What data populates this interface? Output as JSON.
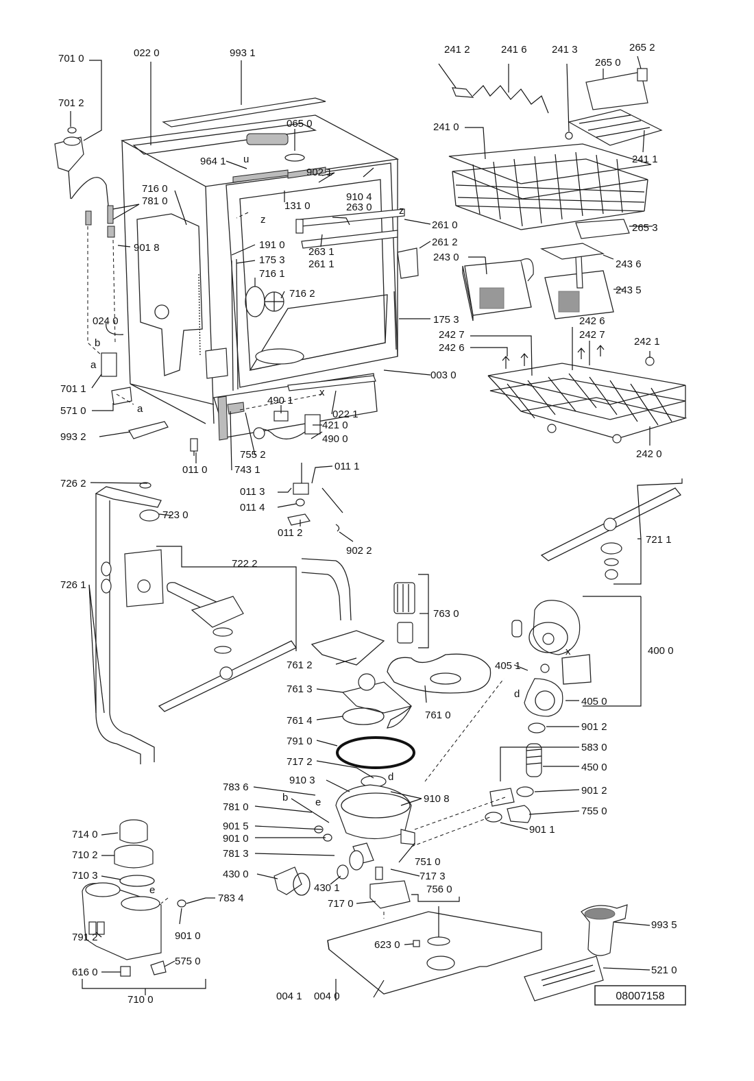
{
  "drawing_number": "08007158",
  "labels": {
    "l7010": "701 0",
    "l0220": "022 0",
    "l9931": "993 1",
    "l2412": "241 2",
    "l2416": "241 6",
    "l2413": "241 3",
    "l2652": "265 2",
    "l2650": "265 0",
    "l7012": "701 2",
    "l0650": "065 0",
    "l2410": "241 0",
    "l9641": "964 1",
    "l9021": "902 1",
    "l9104": "910 4",
    "l2411": "241 1",
    "l7160": "716 0",
    "l7810": "781 0",
    "l1310": "131 0",
    "l2630": "263 0",
    "l2610": "261 0",
    "l2653": "265 3",
    "l9018": "901 8",
    "l1910": "191 0",
    "l2631": "263 1",
    "l2612": "261 2",
    "l1753a": "175 3",
    "l2611": "261 1",
    "l2430": "243 0",
    "l2436": "243 6",
    "l7161": "716 1",
    "l7162": "716 2",
    "l2435": "243 5",
    "l0240": "024 0",
    "l1753b": "175 3",
    "l2426a": "242 6",
    "l2427a": "242 7",
    "l2427b": "242 7",
    "l2421": "242 1",
    "l2426b": "242 6",
    "l7011": "701 1",
    "l0030": "003 0",
    "l4901": "490 1",
    "l5710": "571 0",
    "l0221": "022 1",
    "l4210": "421 0",
    "l9932": "993 2",
    "l4900": "490 0",
    "l7552": "755 2",
    "l0110": "011 0",
    "l7431": "743 1",
    "l2420": "242 0",
    "l7262": "726 2",
    "l0111": "011 1",
    "l0113": "011 3",
    "l7230": "723 0",
    "l0114": "011 4",
    "l7211": "721 1",
    "l0112": "011 2",
    "l9022": "902 2",
    "l7222": "722 2",
    "l7261": "726 1",
    "l7630": "763 0",
    "l4000": "400 0",
    "l7612": "761 2",
    "l4051": "405 1",
    "l7613": "761 3",
    "l4050": "405 0",
    "l7610": "761 0",
    "l7614": "761 4",
    "l9012a": "901 2",
    "l7910": "791 0",
    "l5830": "583 0",
    "l7172": "717 2",
    "l4500": "450 0",
    "l9103": "910 3",
    "l7836": "783 6",
    "l9108": "910 8",
    "l9012b": "901 2",
    "l7810b": "781 0",
    "l7550": "755 0",
    "l9015": "901 5",
    "l9011": "901 1",
    "l7140": "714 0",
    "l9010a": "901 0",
    "l7813": "781 3",
    "l7510": "751 0",
    "l7102": "710 2",
    "l4300": "430 0",
    "l4301": "430 1",
    "l7173": "717 3",
    "l7103": "710 3",
    "l7834": "783 4",
    "l7560": "756 0",
    "l7170": "717 0",
    "l9010b": "901 0",
    "l9935": "993 5",
    "l6230": "623 0",
    "l7912": "791 2",
    "l5750": "575 0",
    "l6160": "616 0",
    "l5210": "521 0",
    "l7100": "710 0",
    "l0041": "004 1",
    "l0040": "004 0",
    "la1": "a",
    "lb1": "b",
    "la2": "a",
    "lb2": "b",
    "le1": "e",
    "le2": "e",
    "ld1": "d",
    "ld2": "d",
    "lz1": "z",
    "lz2": "z",
    "lx1": "x",
    "lx2": "x",
    "lu": "u"
  }
}
